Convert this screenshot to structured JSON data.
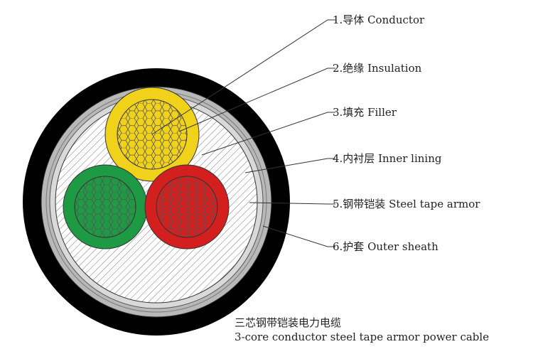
{
  "labels": [
    "1.导体 Conductor",
    "2.绝缘 Insulation",
    "3.填充 Filler",
    "4.内衬层 Inner lining",
    "5.钢带铠装 Steel tape armor",
    "6.护套 Outer sheath"
  ],
  "caption": {
    "cn": "三芯钢带铠装电力电缆",
    "en": "3-core conductor steel tape armor power cable"
  },
  "colors": {
    "sheath": "#000000",
    "armor": "#b8b8b8",
    "inner_lining": "#d9d9d9",
    "core_yellow": "#f1d21b",
    "core_green": "#1f9a44",
    "core_red": "#d41f1f",
    "conductor_mesh": "#555555"
  }
}
